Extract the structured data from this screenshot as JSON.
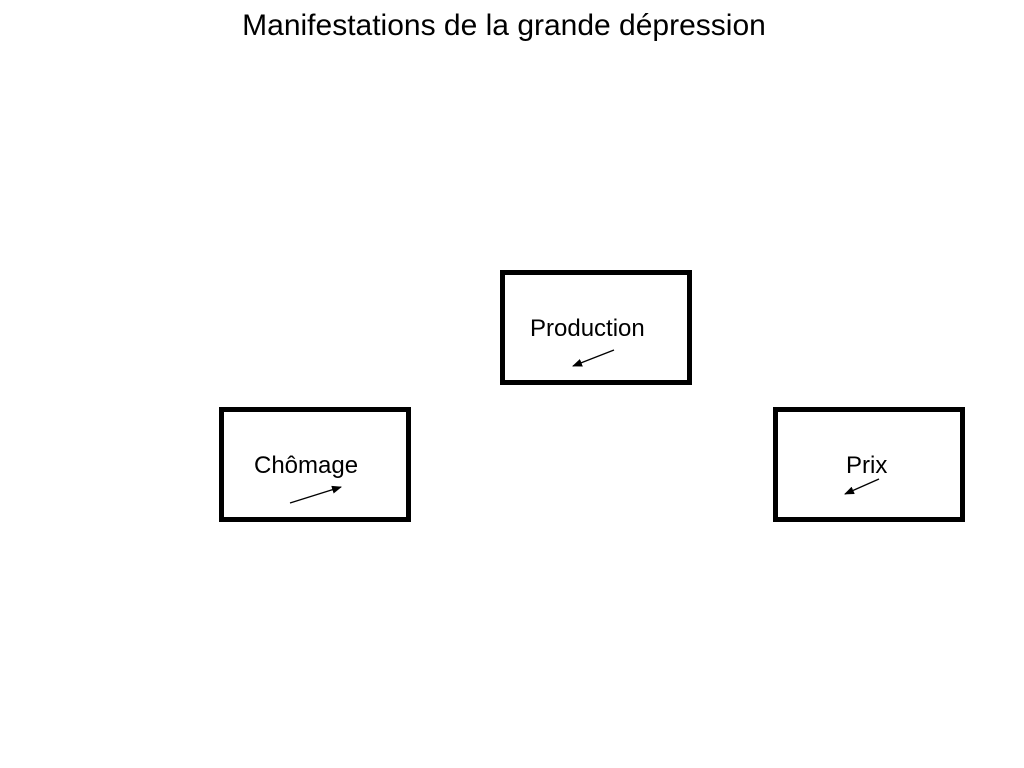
{
  "title": "Manifestations de la grande dépression",
  "nodes": [
    {
      "id": "production",
      "label": "Production",
      "trend": "down"
    },
    {
      "id": "chomage",
      "label": "Chômage",
      "trend": "up"
    },
    {
      "id": "prix",
      "label": "Prix",
      "trend": "down"
    }
  ],
  "colors": {
    "stroke": "#000000",
    "background": "#ffffff"
  }
}
